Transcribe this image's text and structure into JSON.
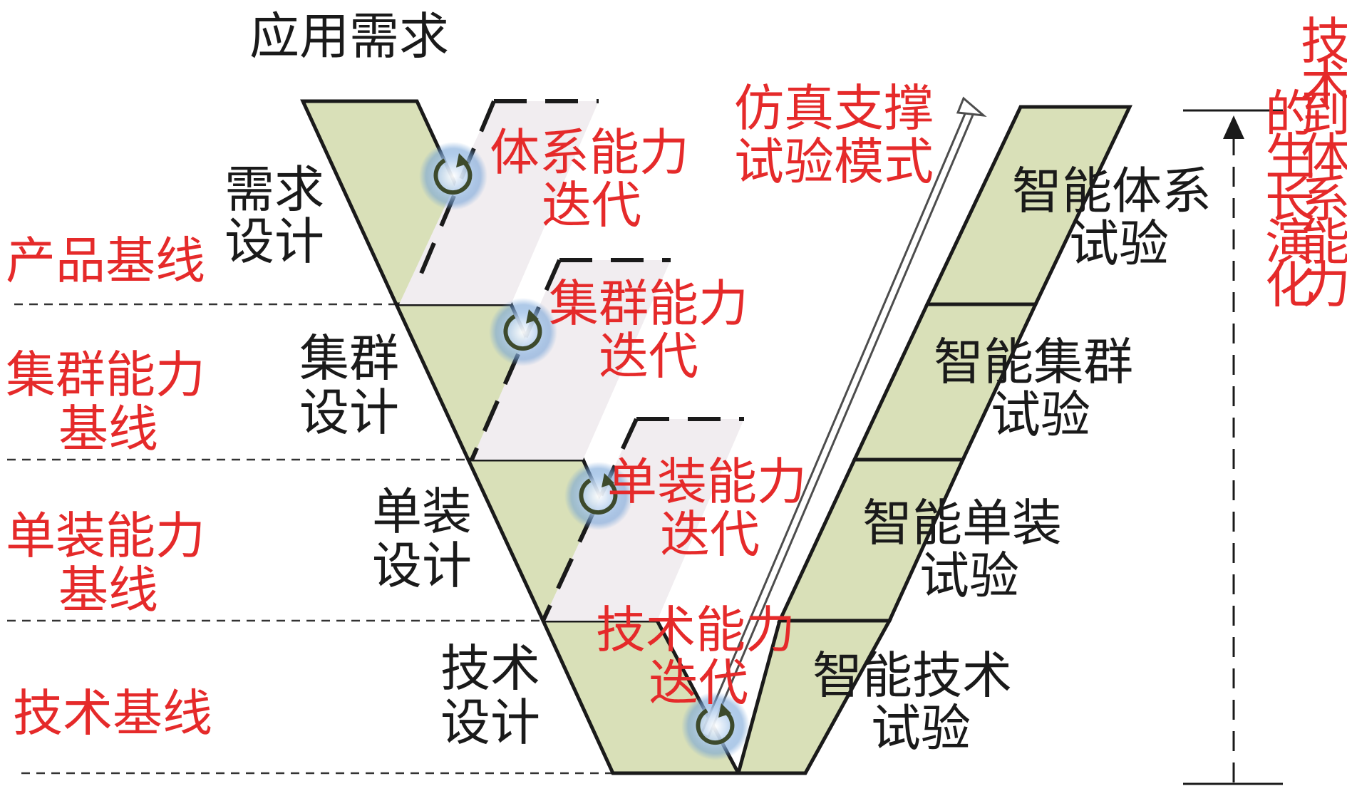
{
  "top_label": "应用需求",
  "simulation_label": [
    "仿真支撑",
    "试验模式"
  ],
  "baselines": [
    {
      "lines": [
        "产品基线"
      ]
    },
    {
      "lines": [
        "集群能力",
        "基线"
      ]
    },
    {
      "lines": [
        "单装能力",
        "基线"
      ]
    },
    {
      "lines": [
        "技术基线"
      ]
    }
  ],
  "design_stages": [
    {
      "lines": [
        "需求",
        "设计"
      ]
    },
    {
      "lines": [
        "集群",
        "设计"
      ]
    },
    {
      "lines": [
        "单装",
        "设计"
      ]
    },
    {
      "lines": [
        "技术",
        "设计"
      ]
    }
  ],
  "iterations": [
    {
      "lines": [
        "体系能力",
        "迭代"
      ]
    },
    {
      "lines": [
        "集群能力",
        "迭代"
      ]
    },
    {
      "lines": [
        "单装能力",
        "迭代"
      ]
    },
    {
      "lines": [
        "技术能力",
        "迭代"
      ]
    }
  ],
  "test_stages": [
    {
      "lines": [
        "智能体系",
        "试验"
      ]
    },
    {
      "lines": [
        "智能集群",
        "试验"
      ]
    },
    {
      "lines": [
        "智能单装",
        "试验"
      ]
    },
    {
      "lines": [
        "智能技术",
        "试验"
      ]
    }
  ],
  "evolution_label_columns": [
    "技术",
    "的生长演化",
    "到体系能力"
  ],
  "colors": {
    "band_fill": "#d9e0b8",
    "ghost_fill": "#f1edf0",
    "red": "#e52a2a",
    "black": "#1a1a1a",
    "glow": "#6f9fd6",
    "cycle_arrow": "#3d4a2c"
  },
  "icons": {
    "iteration": "cycle-arrow-icon",
    "upward_arrow": "upward-arrow-icon",
    "span_arrow": "vertical-span-arrow-icon"
  }
}
